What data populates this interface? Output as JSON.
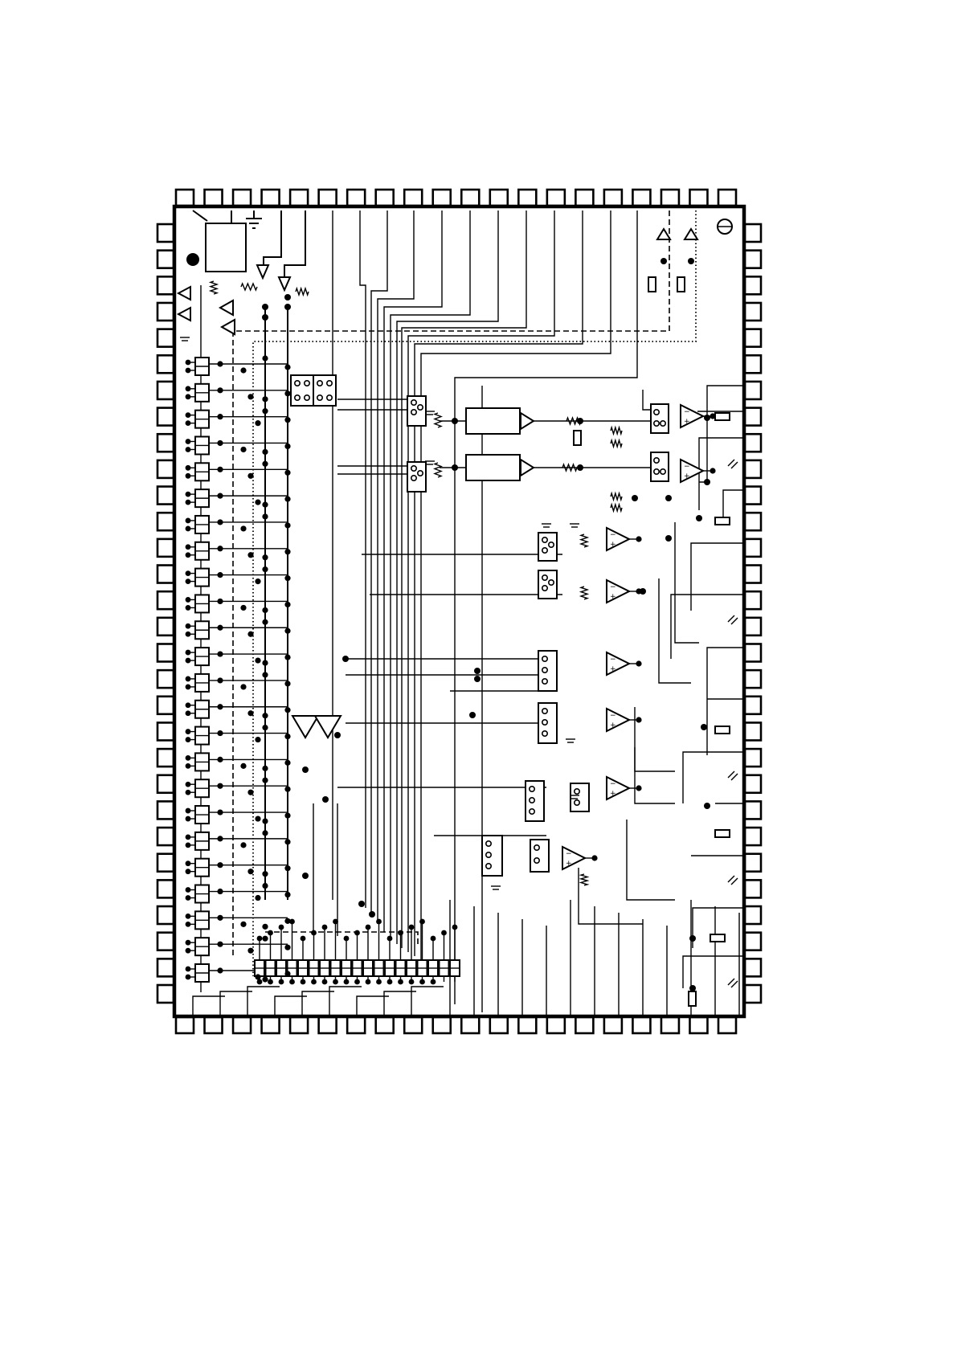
{
  "page": {
    "background": "#ffffff",
    "line_color": "#000000"
  },
  "package": {
    "top_pins": 20,
    "bottom_pins": 20,
    "left_pins": 30,
    "right_pins": 30
  },
  "circuit": {
    "left_switch_cells": 24,
    "bottom_switch_cells": 19,
    "op_amps": 9,
    "buffer_amplifiers": 2,
    "analog_switch_blocks": 9,
    "filter_blocks": 2,
    "ground_symbols": 8,
    "resistors": 14
  }
}
